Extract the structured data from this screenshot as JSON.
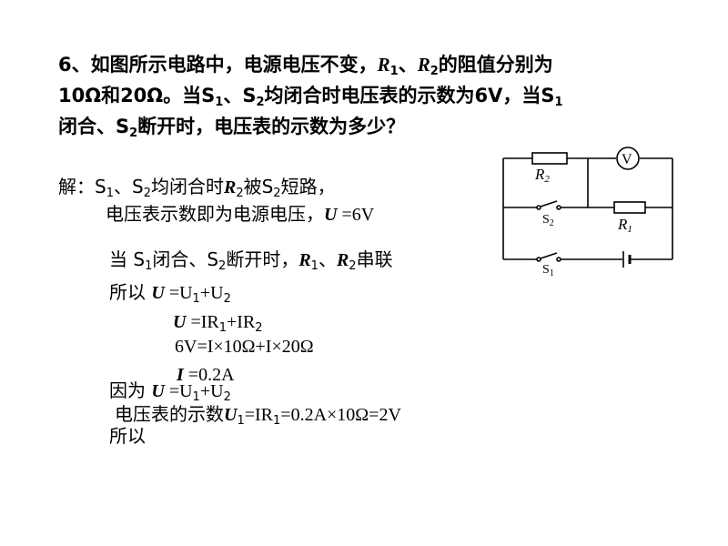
{
  "question": {
    "number": "6",
    "line1_a": "、如图所示电路中，电源电压不变，",
    "r1": "R",
    "r1_sub": "1",
    "sep": "、",
    "r2": "R",
    "r2_sub": "2",
    "line1_b": "的阻值分别为",
    "line2_a": "10Ω和20Ω。当S",
    "line2_s1": "1",
    "line2_b": "、S",
    "line2_s2": "2",
    "line2_c": "均闭合时电压表的示数为6V，当S",
    "line2_s1b": "1",
    "line3_a": "闭合、S",
    "line3_s2": "2",
    "line3_b": "断开时，电压表的示数为多少？"
  },
  "solution": {
    "l1_a": "解：S",
    "l1_s1": "1",
    "l1_b": "、S",
    "l1_s2": "2",
    "l1_c": "均闭合时",
    "l1_r": "R",
    "l1_r_sub": "2",
    "l1_d": "被S",
    "l1_s2b": "2",
    "l1_e": "短路，",
    "l2_a": "电压表示数即为电源电压，",
    "l2_u": "U",
    "l2_b": " =6V",
    "l3_a": "当 S",
    "l3_s1": "1",
    "l3_b": "闭合、S",
    "l3_s2": "2",
    "l3_c": "断开时，",
    "l3_r1": "R",
    "l3_r1_sub": "1",
    "l3_sep": "、",
    "l3_r2": "R",
    "l3_r2_sub": "2",
    "l3_d": "串联",
    "l4_a": "所以",
    "l4_u": "U",
    "l4_b": " =U",
    "l4_s1": "1",
    "l4_c": "+U",
    "l4_s2": "2",
    "l5_u": "U",
    "l5_b": " =IR",
    "l5_s1": "1",
    "l5_c": "+IR",
    "l5_s2": "2",
    "l6": "6V=I×10Ω+I×20Ω",
    "l7_i": "I",
    "l7_b": " =0.2A",
    "l8_a": "因为",
    "l8_u": "U",
    "l8_b": " =U",
    "l8_s1": "1",
    "l8_c": "+U",
    "l8_s2": "2",
    "l9_a": "电压表的示数",
    "l9_u": "U",
    "l9_s1": "1",
    "l9_b": "=IR",
    "l9_s1b": "1",
    "l9_c": "=0.2A×10Ω=2V",
    "l10_a": "所以"
  },
  "circuit": {
    "r2_label": "R",
    "r2_sub": "2",
    "r1_label": "R",
    "r1_sub": "1",
    "s2_label": "S",
    "s2_sub": "2",
    "s1_label": "S",
    "s1_sub": "1",
    "voltmeter": "V"
  }
}
